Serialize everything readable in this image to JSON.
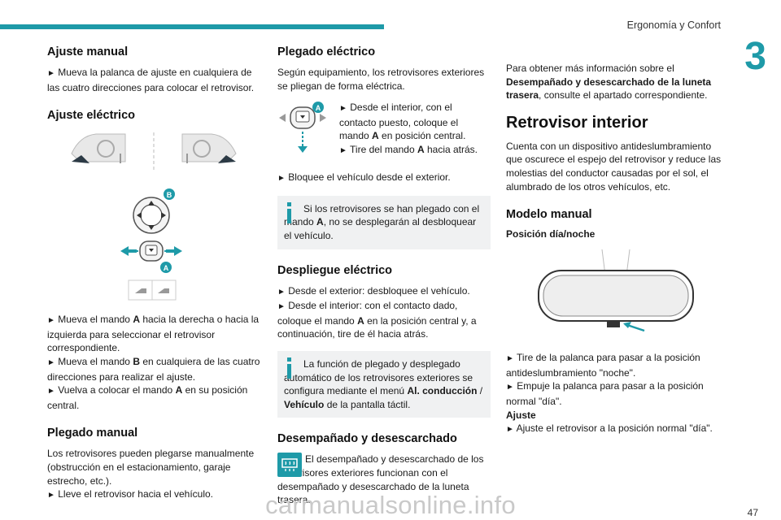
{
  "header": {
    "title": "Ergonomía y Confort",
    "chapter": "3",
    "page_number": "47"
  },
  "col1": {
    "ajuste_manual": {
      "title": "Ajuste manual",
      "text": "Mueva la palanca de ajuste en cualquiera de las cuatro direcciones para colocar el retrovisor."
    },
    "ajuste_electrico": {
      "title": "Ajuste eléctrico",
      "label_b": "B",
      "label_a": "A",
      "p1_pre": "Mueva el mando ",
      "p1_bold": "A",
      "p1_post": " hacia la derecha o hacia la izquierda para seleccionar el retrovisor correspondiente.",
      "p2_pre": "Mueva el mando ",
      "p2_bold": "B",
      "p2_post": " en cualquiera de las cuatro direcciones para realizar el ajuste.",
      "p3_pre": "Vuelva a colocar el mando ",
      "p3_bold": "A",
      "p3_post": " en su posición central."
    },
    "plegado_manual": {
      "title": "Plegado manual",
      "text": "Los retrovisores pueden plegarse manualmente (obstrucción en el estacionamiento, garaje estrecho, etc.).",
      "step": "Lleve el retrovisor hacia el vehículo."
    }
  },
  "col2": {
    "plegado_electrico": {
      "title": "Plegado eléctrico",
      "intro": "Según equipamiento, los retrovisores exteriores se pliegan de forma eléctrica.",
      "label_a": "A",
      "s1_pre": "Desde el interior, con el contacto puesto, coloque el mando ",
      "s1_bold": "A",
      "s1_post": " en posición central.",
      "s2_pre": "Tire del mando ",
      "s2_bold": "A",
      "s2_post": " hacia atrás.",
      "s3": "Bloquee el vehículo desde el exterior.",
      "info_pre": "Si los retrovisores se han plegado con el mando ",
      "info_bold": "A",
      "info_post": ", no se desplegarán al desbloquear el vehículo."
    },
    "despliegue": {
      "title": "Despliegue eléctrico",
      "s1": "Desde el exterior: desbloquee el vehículo.",
      "s2_pre": "Desde el interior: con el contacto dado, coloque el mando ",
      "s2_bold": "A",
      "s2_post": " en la posición central y, a continuación, tire de él hacia atrás.",
      "info_pre": "La función de plegado y desplegado automático de los retrovisores exteriores se configura mediante el menú ",
      "info_b1": "Al. conducción",
      "info_sep": " / ",
      "info_b2": "Vehículo",
      "info_post": " de la pantalla táctil."
    },
    "desempanado": {
      "title": "Desempañado y desescarchado",
      "text": "El desempañado y desescarchado de los retrovisores exteriores funcionan con el desempañado y desescarchado de la luneta trasera."
    }
  },
  "col3": {
    "intro_pre": "Para obtener más información sobre el ",
    "intro_bold": "Desempañado y desescarchado de la luneta trasera",
    "intro_post": ", consulte el apartado correspondiente.",
    "retrovisor_interior": {
      "title": "Retrovisor interior",
      "text": "Cuenta con un dispositivo antideslumbramiento que oscurece el espejo del retrovisor y reduce las molestias del conductor causadas por el sol, el alumbrado de los otros vehículos, etc."
    },
    "modelo_manual": {
      "title": "Modelo manual",
      "subtitle": "Posición día/noche",
      "s1": "Tire de la palanca para pasar a la posición antideslumbramiento \"noche\".",
      "s2": "Empuje la palanca para pasar a la posición normal \"día\".",
      "ajuste_label": "Ajuste",
      "s3": "Ajuste el retrovisor a la posición normal \"día\"."
    }
  },
  "bullet": "►",
  "watermark": "carmanualsonline.info",
  "colors": {
    "accent": "#1e9aa8",
    "info_bg": "#f0f1f2"
  }
}
